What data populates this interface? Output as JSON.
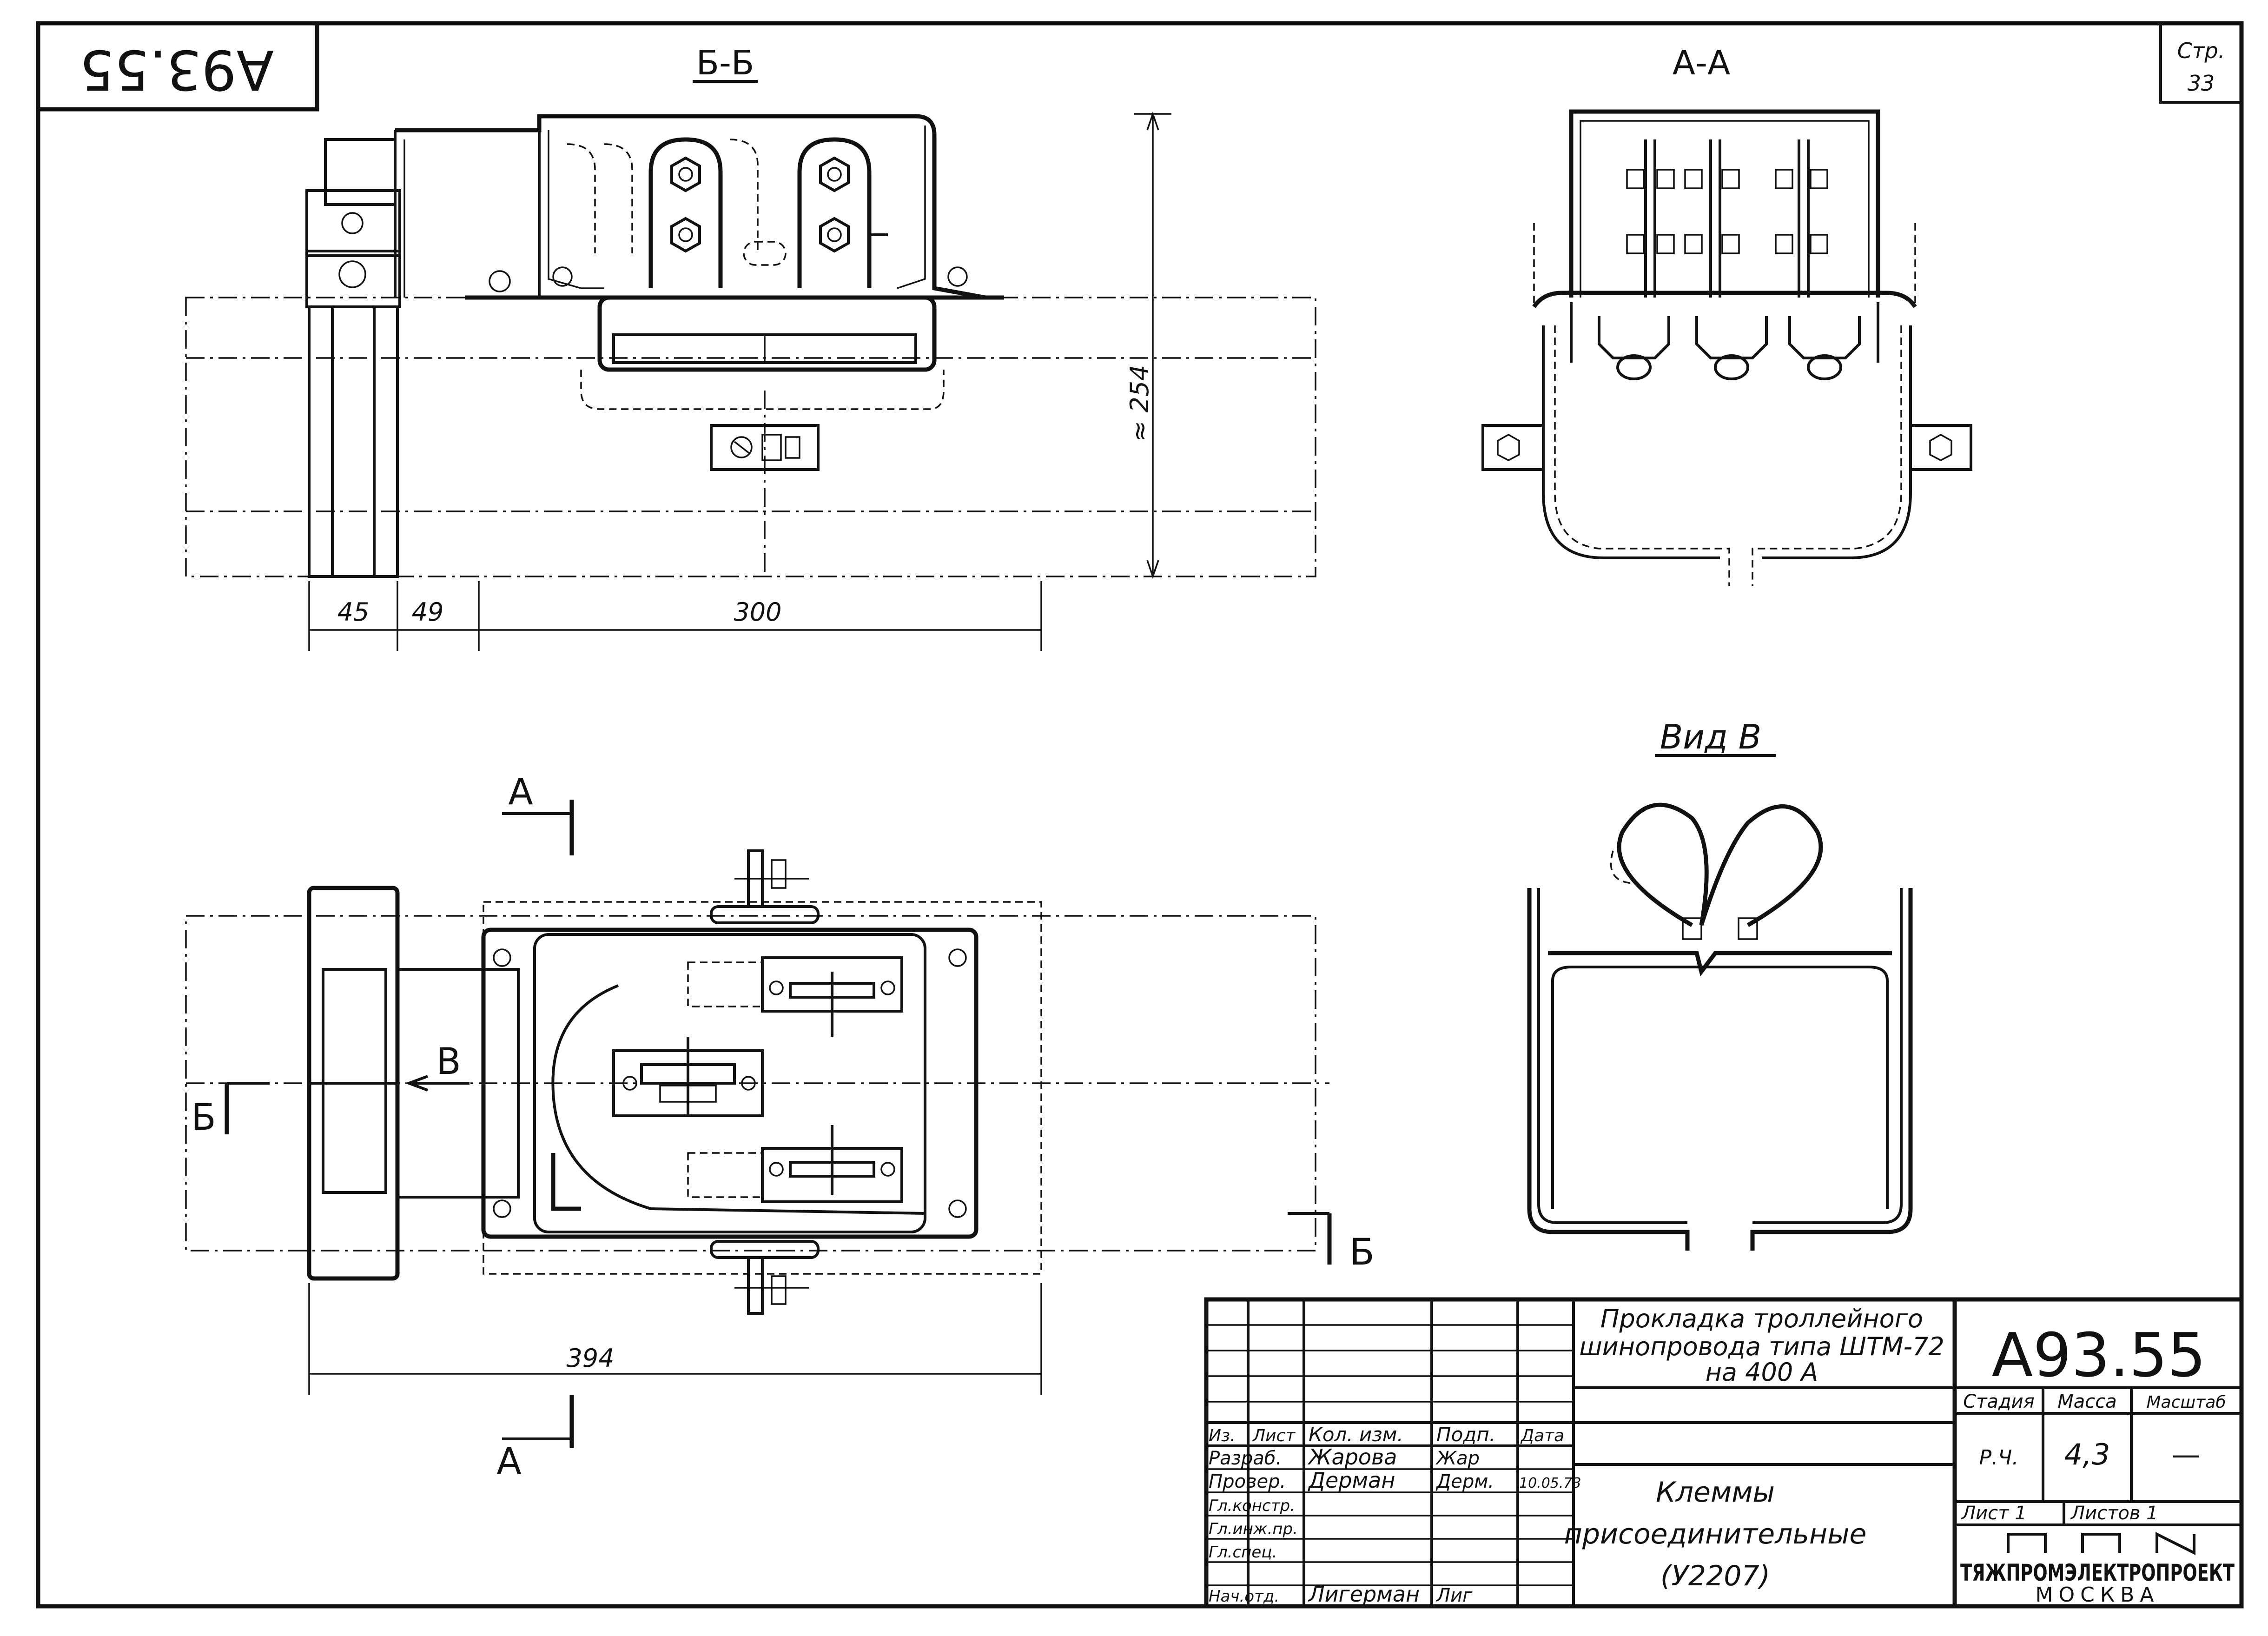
{
  "sheet": {
    "code_mirrored": "А93.55",
    "page_label": "Стр.",
    "page_number": "33"
  },
  "views": {
    "section_bb": "Б-Б",
    "section_aa": "А-А",
    "view_v": "Вид В"
  },
  "dimensions": {
    "d45": "45",
    "d49": "49",
    "d300": "300",
    "d254": "≈ 254",
    "d394": "394"
  },
  "cut_markers": {
    "a_top": "А",
    "a_bottom": "А",
    "b_left": "Б",
    "b_right": "Б",
    "v_arrow": "В"
  },
  "title_block": {
    "title_line1": "Прокладка троллейного",
    "title_line2": "шинопровода типа ШТМ-72",
    "title_line3": "на 400 А",
    "code": "А93.55",
    "stage_label": "Стадия",
    "mass_label": "Масса",
    "scale_label": "Масштаб",
    "stage_value": "Р.Ч.",
    "mass_value": "4,3",
    "scale_value": "—",
    "sheet_label": "Лист 1",
    "sheets_label": "Листов 1",
    "subject_line1": "Клеммы",
    "subject_line2": "присоединительные",
    "subject_line3": "(У2207)",
    "org_name": "ТЯЖПРОМЭЛЕКТРОПРОЕКТ",
    "org_city": "МОСКВА",
    "headers": {
      "iz": "Из.",
      "list": "Лист",
      "doc": "Кол. изм.",
      "sign": "Подп.",
      "date": "Дата"
    },
    "rows": [
      {
        "role": "Разраб.",
        "name": "Жарова",
        "sign": "Жар",
        "date": ""
      },
      {
        "role": "Провер.",
        "name": "Дерман",
        "sign": "Дерм.",
        "date": "10.05.73"
      },
      {
        "role": "Гл.констр.",
        "name": "",
        "sign": "",
        "date": ""
      },
      {
        "role": "Гл.инж.пр.",
        "name": "",
        "sign": "",
        "date": ""
      },
      {
        "role": "Гл.спец.",
        "name": "",
        "sign": "",
        "date": ""
      },
      {
        "role": "Нач.отд.",
        "name": "Лигерман",
        "sign": "Лиг",
        "date": ""
      }
    ]
  }
}
